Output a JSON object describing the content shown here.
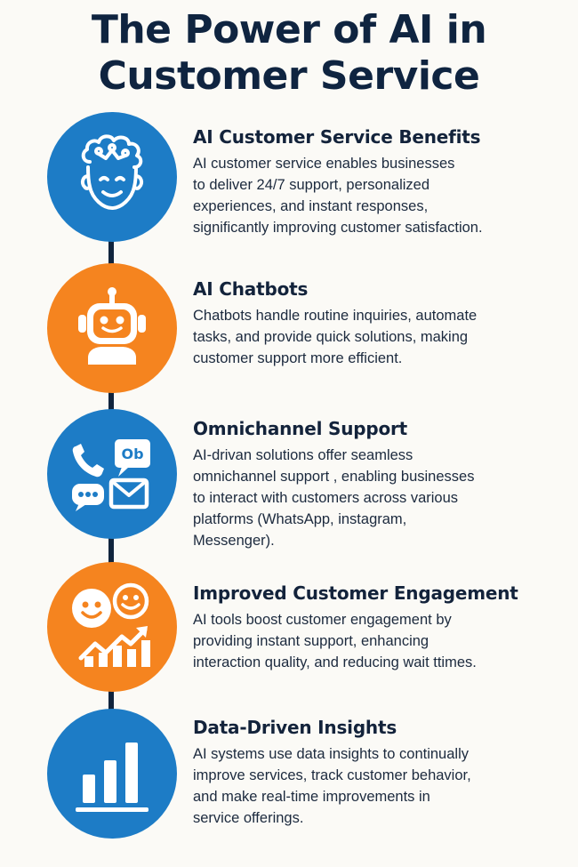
{
  "title": {
    "line1": "The Power of AI in",
    "line2": "Customer Service"
  },
  "items": [
    {
      "icon": "brain-face-icon",
      "color": "#1d7cc6",
      "title": "AI Customer Service Benefits",
      "desc": "AI customer service enables businesses\nto deliver 24/7 support, personalized\nexperiences, and instant responses,\nsignificantly improving customer satisfaction."
    },
    {
      "icon": "robot-icon",
      "color": "#f5841f",
      "title": "AI Chatbots",
      "desc": "Chatbots handle routine inquiries, automate\ntasks, and provide quick solutions, making\ncustomer support more efficient."
    },
    {
      "icon": "multichannel-icon",
      "color": "#1d7cc6",
      "title": "Omnichannel Support",
      "desc": "AI-drivan solutions offer seamless\nomnichannel support , enabling businesses\nto interact with customers across various\nplatforms (WhatsApp, instagram,\nMessenger).",
      "bubble_text": "Ob"
    },
    {
      "icon": "smiley-growth-icon",
      "color": "#f5841f",
      "title": "Improved Customer Engagement",
      "desc": "AI tools boost customer engagement by\nproviding instant support, enhancing\ninteraction quality, and reducing wait ttimes."
    },
    {
      "icon": "bar-chart-icon",
      "color": "#1d7cc6",
      "title": "Data-Driven Insights",
      "desc": "AI systems use data insights to continually\nimprove services, track customer behavior,\nand make real-time improvements in\nservice offerings."
    }
  ]
}
